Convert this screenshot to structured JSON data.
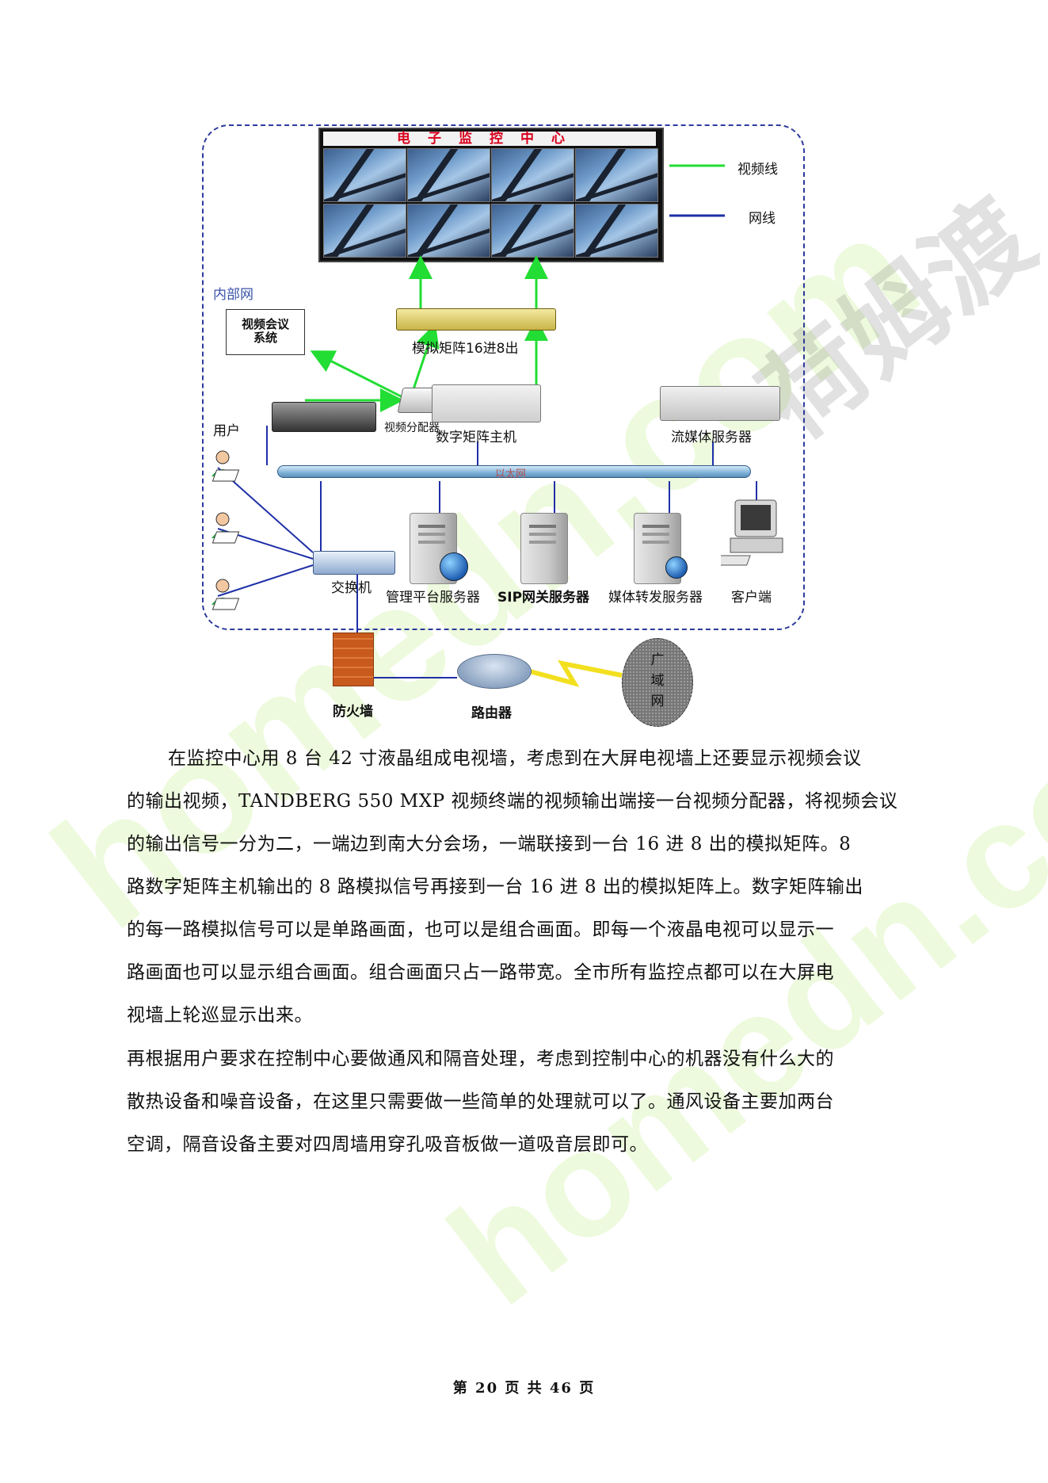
{
  "diagram": {
    "wall_title": "电子监控中心",
    "legend": {
      "video_line": "视频线",
      "network_line": "网线"
    },
    "colors": {
      "video_line": "#22dd33",
      "network_line": "#1f2fa8",
      "border": "#2d3a9c"
    },
    "labels": {
      "internal_net": "内部网",
      "video_conf": "视频会议\n系统",
      "analog_matrix": "模拟矩阵16进8出",
      "video_splitter": "视频分配器",
      "digital_matrix": "数字矩阵主机",
      "streaming_server": "流媒体服务器",
      "users": "用户",
      "ethernet": "以太网",
      "switch": "交换机",
      "mgmt_server": "管理平台服务器",
      "sip_server": "SIP网关服务器",
      "media_server": "媒体转发服务器",
      "client": "客户端",
      "firewall": "防火墙",
      "router": "路由器",
      "wan": "广域网"
    }
  },
  "body": {
    "para1": [
      "在监控中心用 8 台 42 寸液晶组成电视墙，考虑到在大屏电视墙上还要显示视频会议",
      "的输出视频，TANDBERG  550  MXP 视频终端的视频输出端接一台视频分配器，将视频会议",
      "的输出信号一分为二，一端边到南大分会场，一端联接到一台 16 进 8 出的模拟矩阵。8",
      "路数字矩阵主机输出的 8 路模拟信号再接到一台 16 进 8 出的模拟矩阵上。数字矩阵输出",
      "的每一路模拟信号可以是单路画面，也可以是组合画面。即每一个液晶电视可以显示一",
      "路画面也可以显示组合画面。组合画面只占一路带宽。全市所有监控点都可以在大屏电",
      "视墙上轮巡显示出来。"
    ],
    "para2": [
      "再根据用户要求在控制中心要做通风和隔音处理，考虑到控制中心的机器没有什么大的",
      "散热设备和噪音设备，在这里只需要做一些简单的处理就可以了。通风设备主要加两台",
      "空调，隔音设备主要对四周墙用穿孔吸音板做一道吸音层即可。"
    ]
  },
  "footer": {
    "page": "第 20 页 共 46 页"
  }
}
